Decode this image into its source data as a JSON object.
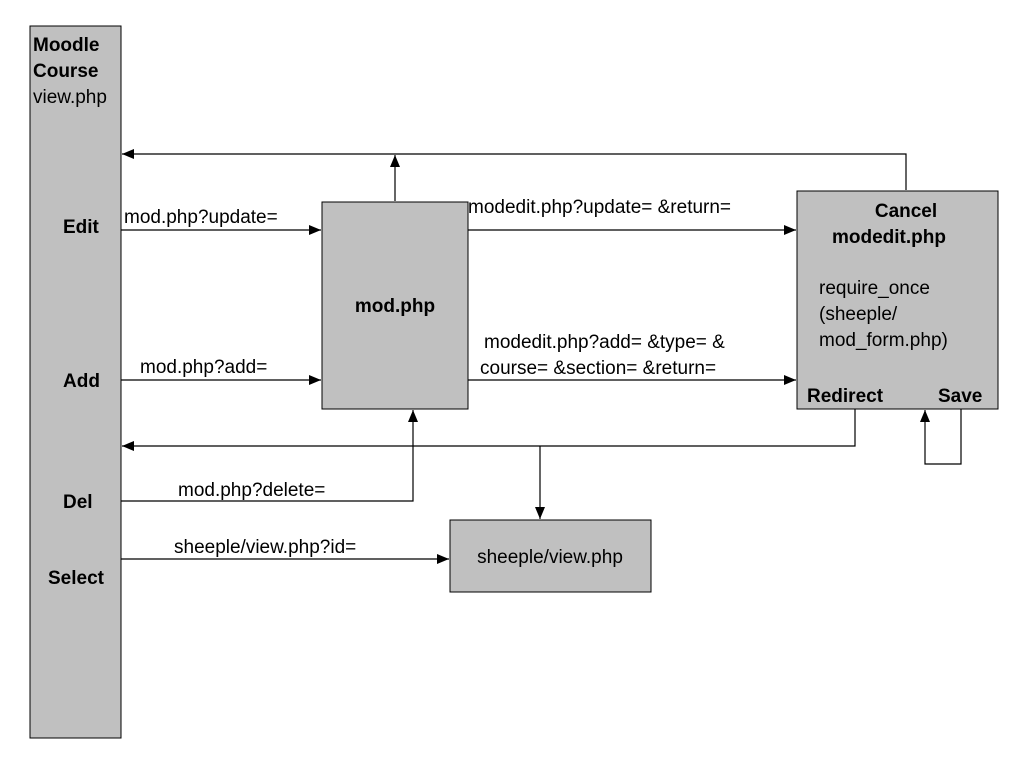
{
  "course_box": {
    "title_line1": "Moodle",
    "title_line2": "Course",
    "file": "view.php",
    "actions": {
      "edit": "Edit",
      "add": "Add",
      "del": "Del",
      "select": "Select"
    }
  },
  "mod_box": {
    "label": "mod.php"
  },
  "modedit_box": {
    "cancel": "Cancel",
    "title": "modedit.php",
    "require_line1": "require_once",
    "require_line2": "(sheeple/",
    "require_line3": "mod_form.php)",
    "redirect": "Redirect",
    "save": "Save"
  },
  "view_box": {
    "label": "sheeple/view.php"
  },
  "edges": {
    "edit_to_mod": "mod.php?update=",
    "add_to_mod": "mod.php?add=",
    "del_to_mod": "mod.php?delete=",
    "select_to_view": "sheeple/view.php?id=",
    "mod_update_to_modedit": "modedit.php?update= &return=",
    "mod_add_to_modedit_line1": "modedit.php?add= &type= &",
    "mod_add_to_modedit_line2": "course= &section= &return="
  }
}
